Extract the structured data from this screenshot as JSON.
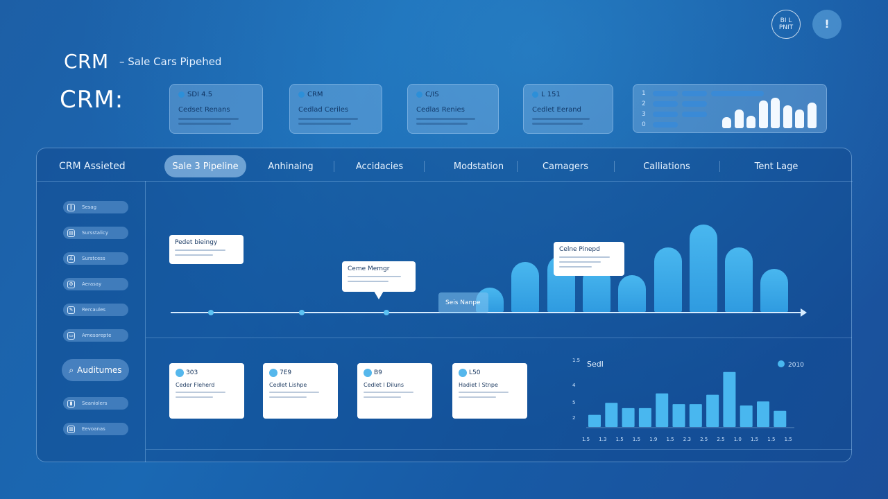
{
  "header": {
    "title": "CRM",
    "subtitle": "– Sale Cars Pipehed",
    "logo_text": "CRM:",
    "badge_line1": "BI L",
    "badge_line2": "PNIT",
    "alert_glyph": "!"
  },
  "stat_cards": [
    {
      "value": "SDI 4.5",
      "title": "Cedset Renans"
    },
    {
      "value": "CRM",
      "title": "Cedlad Ceriles"
    },
    {
      "value": "C/IS",
      "title": "Cedlas Renies"
    },
    {
      "value": "L 151",
      "title": "Cedlet Eerand"
    }
  ],
  "mini_card": {
    "numbers": [
      "1",
      "2",
      "3",
      "0"
    ],
    "bar_heights": [
      0.36,
      0.62,
      0.4,
      0.9,
      1.0,
      0.76,
      0.62,
      0.84
    ]
  },
  "panel": {
    "label": "CRM Assieted"
  },
  "tabs": [
    {
      "label": "Sale 3 Pipeline",
      "active": true
    },
    {
      "label": "Anhinaing"
    },
    {
      "label": "Accidacies"
    },
    {
      "label": "Modstation"
    },
    {
      "label": "Camagers"
    },
    {
      "label": "Calliations"
    },
    {
      "label": "Tent Lage"
    }
  ],
  "sidebar": {
    "items": [
      {
        "icon": "chart-icon",
        "glyph": "∥",
        "label": "Sesag"
      },
      {
        "icon": "clipboard-icon",
        "glyph": "▤",
        "label": "Sursstalicy"
      },
      {
        "icon": "user-icon",
        "glyph": "♙",
        "label": "Surstcess"
      },
      {
        "icon": "settings-icon",
        "glyph": "⚙",
        "label": "Aerasay"
      },
      {
        "icon": "pen-icon",
        "glyph": "✎",
        "label": "Rercaules"
      },
      {
        "icon": "window-icon",
        "glyph": "▭",
        "label": "Amesorepte"
      }
    ],
    "search_label": "Auditumes",
    "items_lower": [
      {
        "icon": "bar-icon",
        "glyph": "▮",
        "label": "Seaniolers"
      },
      {
        "icon": "grid-icon",
        "glyph": "▥",
        "label": "Eevoanas"
      }
    ]
  },
  "pipeline": {
    "bubbles": [
      {
        "title": "Pedet bieingy"
      },
      {
        "title": "Ceme Memgr"
      },
      {
        "title": "Celne Pinepd"
      }
    ],
    "stage_label": "Seis Nanpe",
    "bar_values": [
      0.28,
      0.57,
      0.64,
      0.52,
      0.42,
      0.74,
      1.0,
      0.74,
      0.49
    ]
  },
  "deal_cards": [
    {
      "value": "303",
      "title": "Ceder Fleherd"
    },
    {
      "value": "7E9",
      "title": "Cedlet Lishpe"
    },
    {
      "value": "B9",
      "title": "Cedlet l Diluns"
    },
    {
      "value": "L50",
      "title": "Hadiet l Stnpe"
    }
  ],
  "chart_data": {
    "type": "bar",
    "title": "Sedl",
    "legend": "2010",
    "legend_position": "top-right",
    "y_ticks": [
      "1.5",
      "4",
      "5",
      "2"
    ],
    "categories": [
      "1.5",
      "1.3",
      "1.5",
      "1.5",
      "1.9",
      "1.5",
      "2.3",
      "2.5",
      "2.5",
      "1.0",
      "1.5",
      "1.5",
      "1.5"
    ],
    "values": [
      0.9,
      1.8,
      1.4,
      1.4,
      2.5,
      1.7,
      1.7,
      2.4,
      4.1,
      1.6,
      1.9,
      1.2
    ],
    "ylim": [
      0,
      4.5
    ],
    "grid": false
  },
  "colors": {
    "accent": "#49b7ef",
    "card": "#ffffff",
    "background": "#1a68b3"
  }
}
